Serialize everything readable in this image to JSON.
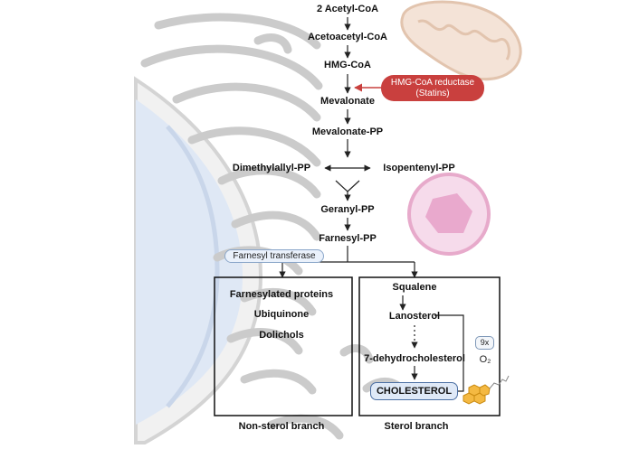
{
  "pathway": {
    "acetyl_coa": "2 Acetyl-CoA",
    "acetoacetyl_coa": "Acetoacetyl-CoA",
    "hmg_coa": "HMG-CoA",
    "mevalonate": "Mevalonate",
    "mevalonate_pp": "Mevalonate-PP",
    "dimethylallyl_pp": "Dimethylallyl-PP",
    "isopentenyl_pp": "Isopentenyl-PP",
    "geranyl_pp": "Geranyl-PP",
    "farnesyl_pp": "Farnesyl-PP"
  },
  "enzymes": {
    "hmg_coa_reductase_line1": "HMG-CoA reductase",
    "hmg_coa_reductase_line2": "(Statins)",
    "farnesyl_transferase": "Farnesyl transferase"
  },
  "non_sterol_branch": {
    "items": [
      "Farnesylated proteins",
      "Ubiquinone",
      "Dolichols"
    ],
    "caption": "Non-sterol branch"
  },
  "sterol_branch": {
    "squalene": "Squalene",
    "lanosterol": "Lanosterol",
    "dehydrocholesterol": "7-dehydrocholesterol",
    "cholesterol": "CHOLESTEROL",
    "multiplier": "9x",
    "oxygen": "O₂",
    "caption": "Sterol branch"
  },
  "colors": {
    "reductase_fill": "#c9403e",
    "organelle_gray": "#c9c9c9",
    "nucleus_blue": "#dfe8f5",
    "mitochondrion": "#f2ddd0",
    "peroxisome": "#f2c8e0",
    "cholesterol_box": "#dfe9f7"
  }
}
